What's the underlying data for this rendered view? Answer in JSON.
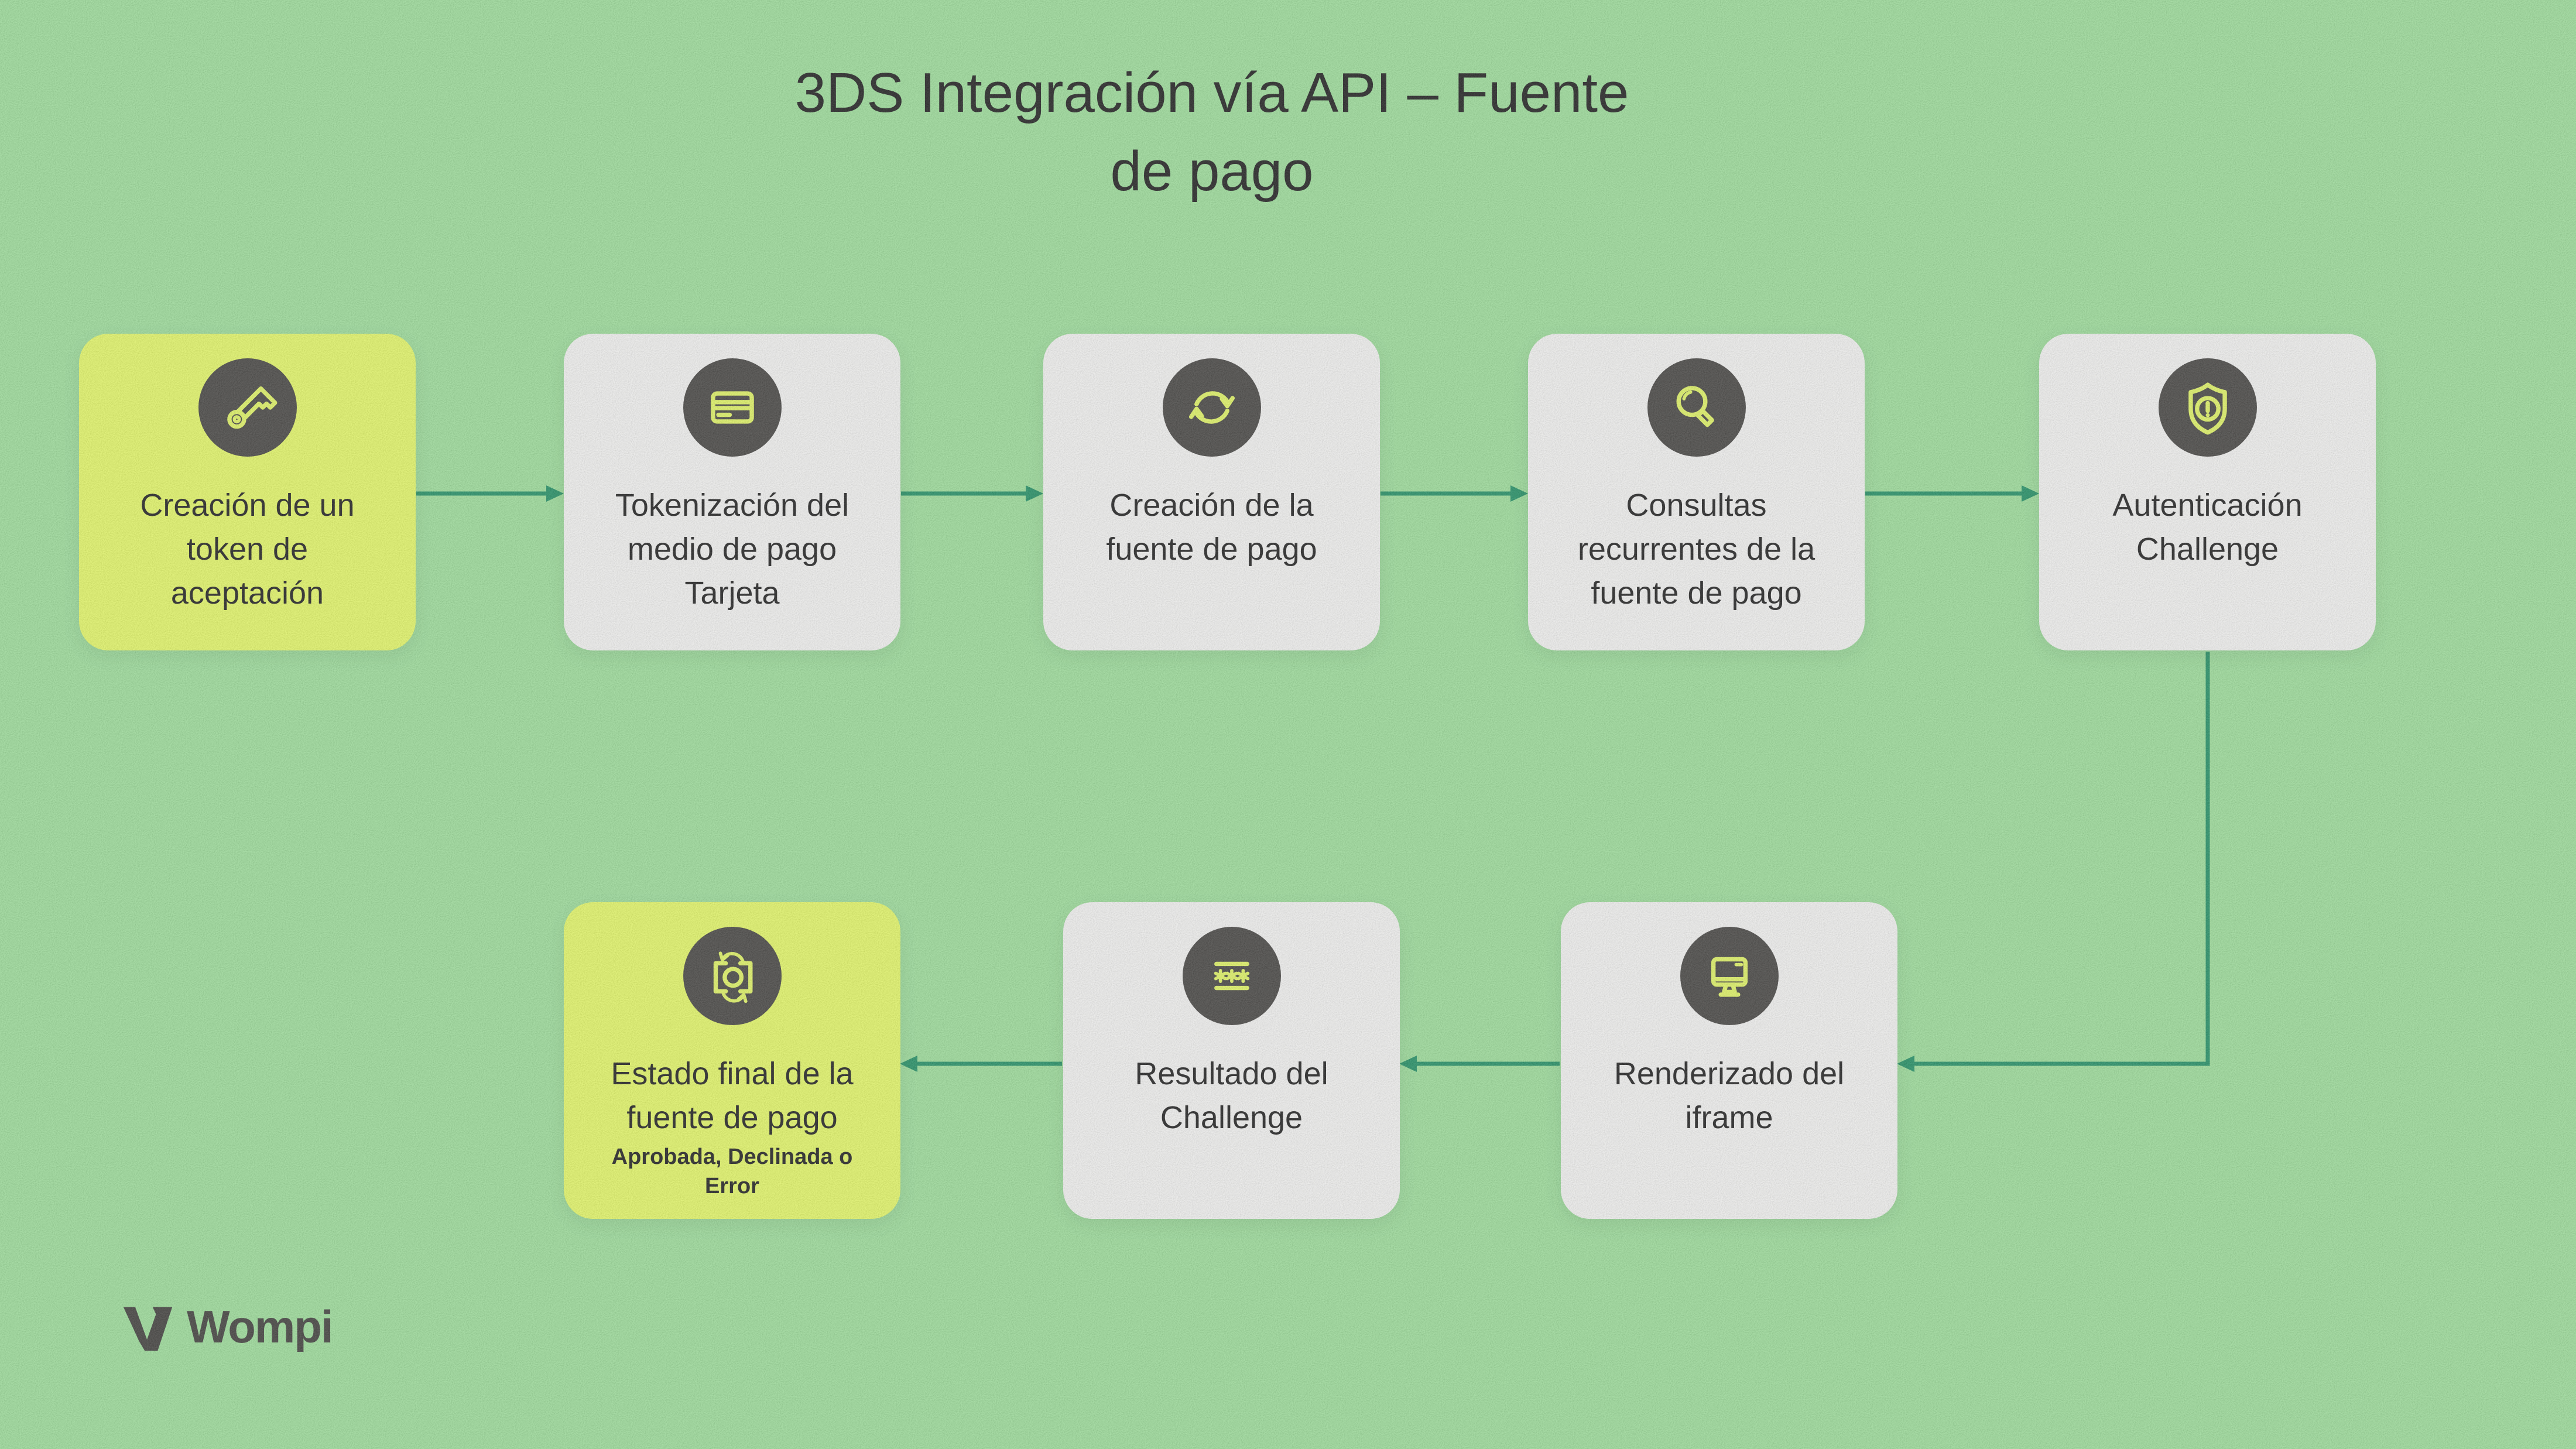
{
  "title": {
    "line1": "3DS Integración vía API – Fuente",
    "line2": "de pago"
  },
  "steps": [
    {
      "name": "creacion-token",
      "icon": "key-icon",
      "highlight": true,
      "lines": [
        "Creación de un",
        "token de",
        "aceptación"
      ]
    },
    {
      "name": "tokenizacion-tarjeta",
      "icon": "card-icon",
      "highlight": false,
      "lines": [
        "Tokenización del",
        "medio de pago",
        "Tarjeta"
      ]
    },
    {
      "name": "creacion-fuente",
      "icon": "sync-icon",
      "highlight": false,
      "lines": [
        "Creación de la",
        "fuente de pago"
      ]
    },
    {
      "name": "consultas-fuente",
      "icon": "magnifier-icon",
      "highlight": false,
      "lines": [
        "Consultas",
        "recurrentes de la",
        "fuente de pago"
      ]
    },
    {
      "name": "autenticacion",
      "icon": "shield-icon",
      "highlight": false,
      "lines": [
        "Autenticación",
        "Challenge"
      ]
    },
    {
      "name": "estado-final",
      "icon": "state-icon",
      "highlight": true,
      "lines": [
        "Estado final de la",
        "fuente de pago"
      ],
      "sublines": [
        "Aprobada, Declinada o",
        "Error"
      ]
    },
    {
      "name": "resultado-challenge",
      "icon": "password-icon",
      "highlight": false,
      "lines": [
        "Resultado del",
        "Challenge"
      ]
    },
    {
      "name": "renderizado-iframe",
      "icon": "monitor-icon",
      "highlight": false,
      "lines": [
        "Renderizado del",
        "iframe"
      ]
    }
  ],
  "brand": {
    "logo_text": "Wompi"
  },
  "colors": {
    "background": "#93db91",
    "card": "#f1f1f0",
    "card_highlight": "#e2f958",
    "icon_circle": "#343230",
    "icon_stroke": "#def455",
    "arrow": "#0d8656",
    "text": "#0a0a0a",
    "logo": "#2e2d2a"
  }
}
